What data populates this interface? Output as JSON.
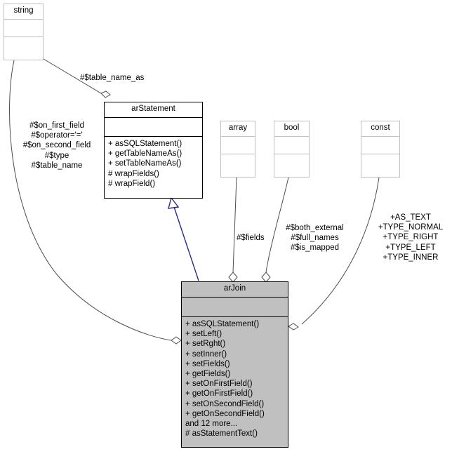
{
  "diagram": {
    "type": "uml-class-diagram",
    "title": "arJoin",
    "background": "#ffffff",
    "highlight_fill": "#c0c0c0",
    "inheritance_color": "#2a2a8c",
    "edge_color": "#4d4d4d",
    "box_border_light": "#c0c0c0",
    "box_border_dark": "#000000"
  },
  "classes": {
    "string": {
      "name": "string",
      "attributes": [],
      "operations": []
    },
    "arstatement": {
      "name": "arStatement",
      "attributes": [],
      "operations": [
        "+ asSQLStatement()",
        "+ getTableNameAs()",
        "+ setTableNameAs()",
        "# wrapFields()",
        "# wrapField()"
      ]
    },
    "array": {
      "name": "array",
      "attributes": [],
      "operations": []
    },
    "bool": {
      "name": "bool",
      "attributes": [],
      "operations": []
    },
    "const": {
      "name": "const",
      "attributes": [],
      "operations": []
    },
    "arjoin": {
      "name": "arJoin",
      "attributes": [],
      "operations": [
        "+ asSQLStatement()",
        "+ setLeft()",
        "+ setRght()",
        "+ setInner()",
        "+ setFields()",
        "+ getFields()",
        "+ setOnFirstField()",
        "+ getOnFirstField()",
        "+ setOnSecondField()",
        "+ getOnSecondField()",
        "and 12 more...",
        "# asStatementText()"
      ]
    }
  },
  "edge_labels": {
    "string_to_arstatement": [
      "#$table_name_as"
    ],
    "string_to_arjoin": [
      "#$on_first_field",
      "#$operator='='",
      "#$on_second_field",
      "#$type",
      "#$table_name"
    ],
    "array_to_arjoin": [
      "#$fields"
    ],
    "bool_to_arjoin": [
      "#$both_external",
      "#$full_names",
      "#$is_mapped"
    ],
    "const_to_arjoin": [
      "+AS_TEXT",
      "+TYPE_NORMAL",
      "+TYPE_RIGHT",
      "+TYPE_LEFT",
      "+TYPE_INNER"
    ]
  },
  "relationships": [
    {
      "from": "arjoin",
      "to": "arstatement",
      "kind": "inheritance"
    },
    {
      "from": "string",
      "to": "arstatement",
      "kind": "aggregation"
    },
    {
      "from": "string",
      "to": "arjoin",
      "kind": "aggregation"
    },
    {
      "from": "array",
      "to": "arjoin",
      "kind": "aggregation"
    },
    {
      "from": "bool",
      "to": "arjoin",
      "kind": "aggregation"
    },
    {
      "from": "const",
      "to": "arjoin",
      "kind": "aggregation"
    }
  ]
}
